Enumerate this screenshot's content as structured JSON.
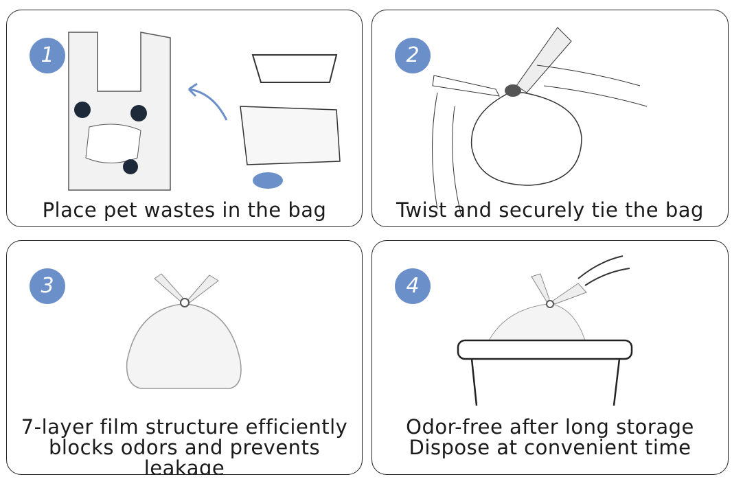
{
  "steps": [
    {
      "number": "1",
      "caption_lines": [
        "Place pet wastes in the bag"
      ]
    },
    {
      "number": "2",
      "caption_lines": [
        "Twist and securely tie the bag"
      ]
    },
    {
      "number": "3",
      "caption_lines": [
        "7-layer film structure efficiently",
        "blocks odors and prevents leakage"
      ]
    },
    {
      "number": "4",
      "caption_lines": [
        "Odor-free after long storage",
        "Dispose at convenient time"
      ]
    }
  ],
  "colors": {
    "badge": "#6b8fc9",
    "border": "#222222"
  }
}
